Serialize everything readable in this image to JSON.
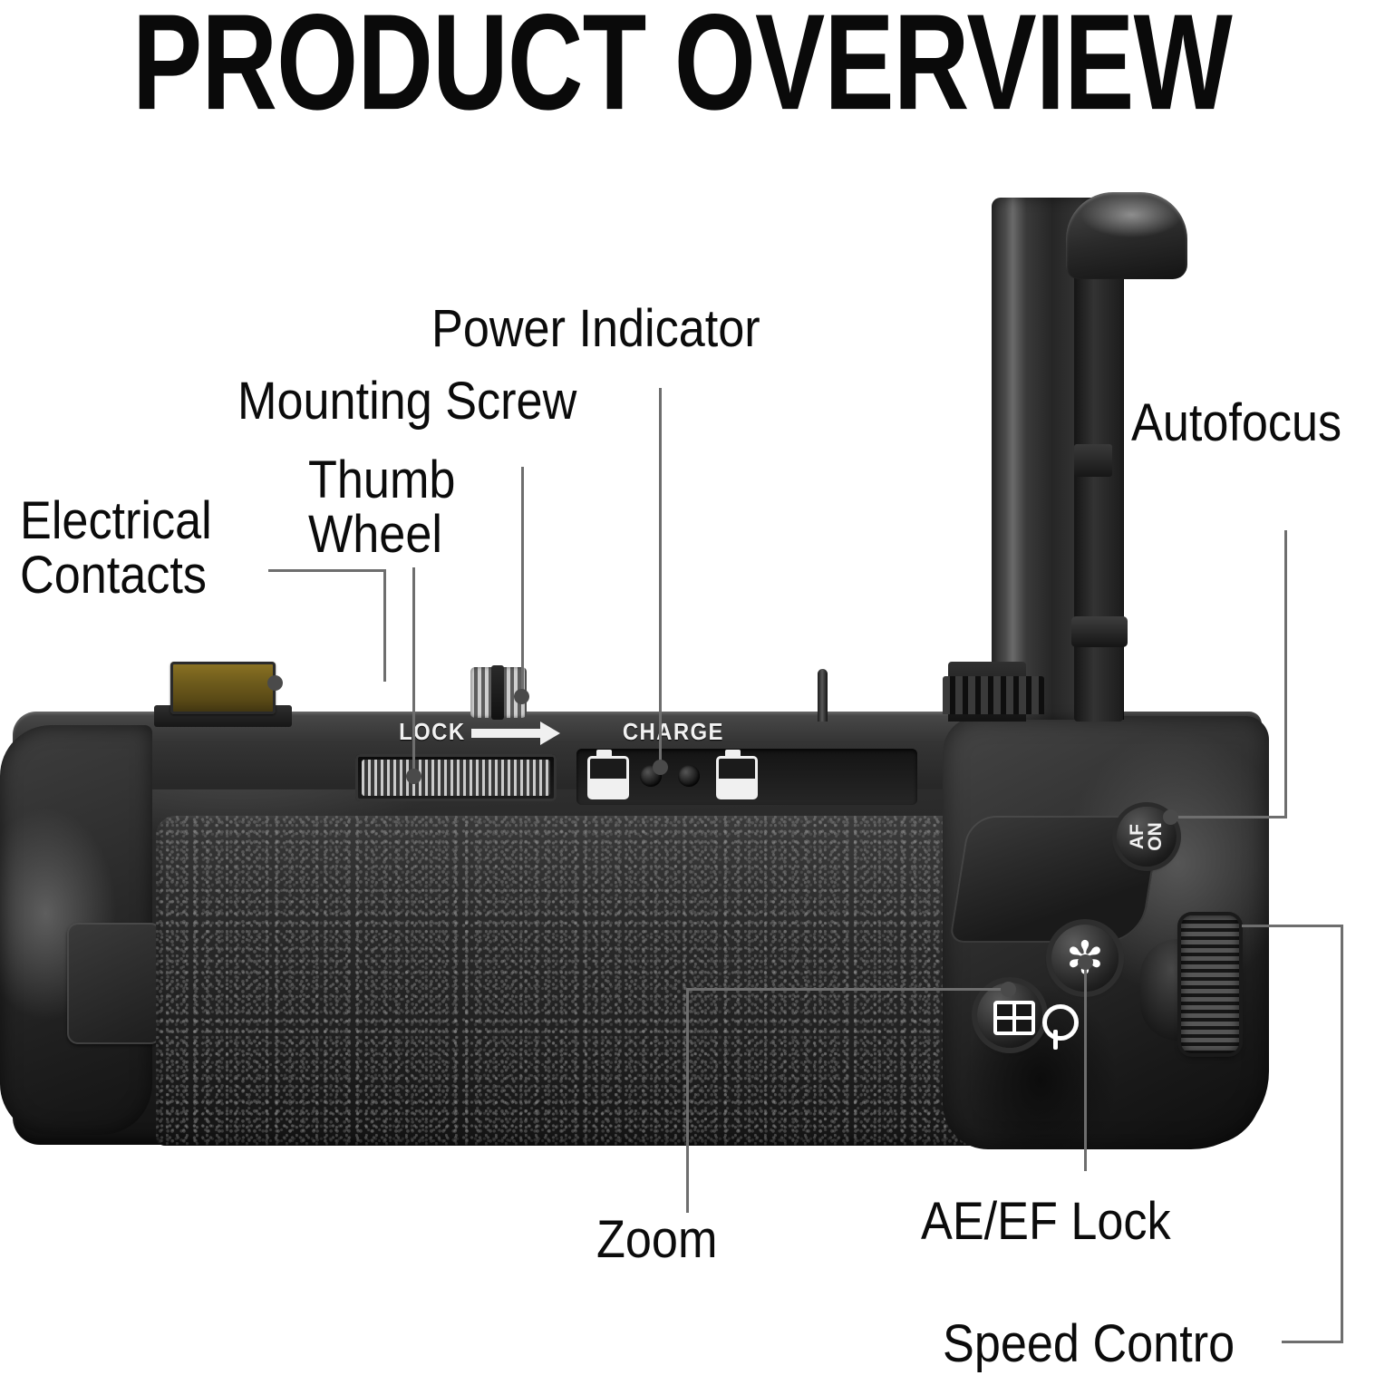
{
  "page": {
    "title": "PRODUCT OVERVIEW",
    "background": "#ffffff",
    "text_color": "#0b0b0b",
    "leader_line_color": "#6e6e6e"
  },
  "product": {
    "type": "camera-battery-grip",
    "body_color": "#232323",
    "contacts_color": "#6f5c1c",
    "screw_color": "#cfcfcf"
  },
  "callouts": [
    {
      "id": "electrical-contacts",
      "label": "Electrical\nContacts"
    },
    {
      "id": "thumb-wheel",
      "label": "Thumb\nWheel"
    },
    {
      "id": "mounting-screw",
      "label": "Mounting Screw"
    },
    {
      "id": "power-indicator",
      "label": "Power Indicator"
    },
    {
      "id": "autofocus",
      "label": "Autofocus"
    },
    {
      "id": "zoom",
      "label": "Zoom"
    },
    {
      "id": "ae-ef-lock",
      "label": "AE/EF Lock"
    },
    {
      "id": "speed-control",
      "label": "Speed Contro"
    }
  ],
  "device_markings": {
    "lock": "LOCK",
    "charge": "CHARGE",
    "af_on_line1": "AF",
    "af_on_line2": "ON",
    "ae_lock_glyph": "✻",
    "battery_icon": "battery-icon",
    "led_indicator": "led-indicator",
    "magnify_glyph": "magnifier-icon",
    "af_point_glyph": "af-point-grid-icon",
    "lock_arrow": "right-arrow-icon"
  }
}
